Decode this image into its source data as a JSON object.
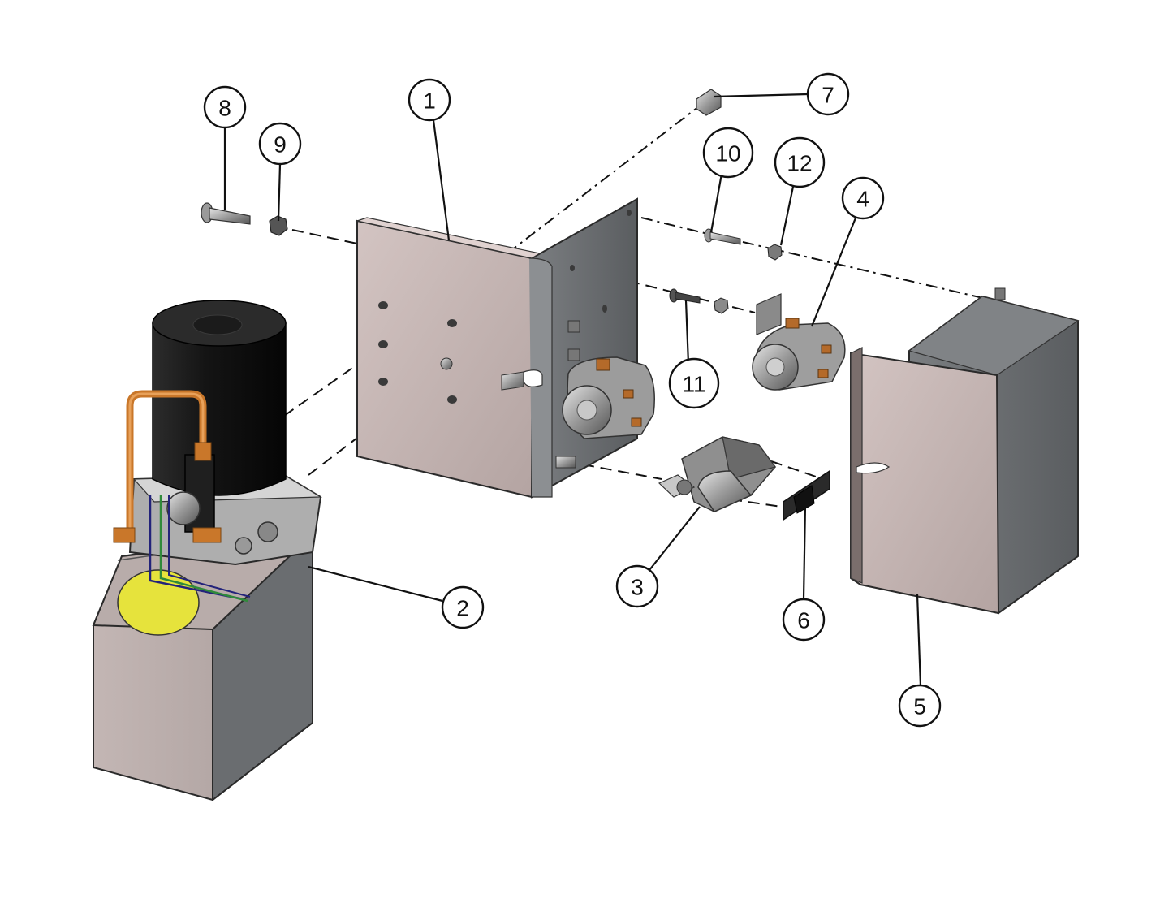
{
  "diagram": {
    "parts": [
      {
        "id": "bracket",
        "callout": "1"
      },
      {
        "id": "pump-unit",
        "callout": "2"
      },
      {
        "id": "switch-assembly",
        "callout": "3"
      },
      {
        "id": "solenoid",
        "callout": "4"
      },
      {
        "id": "cover",
        "callout": "5"
      },
      {
        "id": "fuse-block",
        "callout": "6"
      },
      {
        "id": "fitting",
        "callout": "7"
      },
      {
        "id": "bolt-large",
        "callout": "8"
      },
      {
        "id": "nut-large",
        "callout": "9"
      },
      {
        "id": "bolt-small",
        "callout": "10"
      },
      {
        "id": "screw",
        "callout": "11"
      },
      {
        "id": "nut-small",
        "callout": "12"
      }
    ],
    "colors": {
      "plate": "#c6b6b4",
      "plate_side": "#6b6e71",
      "motor": "#1a1a1a",
      "copper": "#c9772a",
      "sight_glass": "#e8e63a"
    }
  }
}
